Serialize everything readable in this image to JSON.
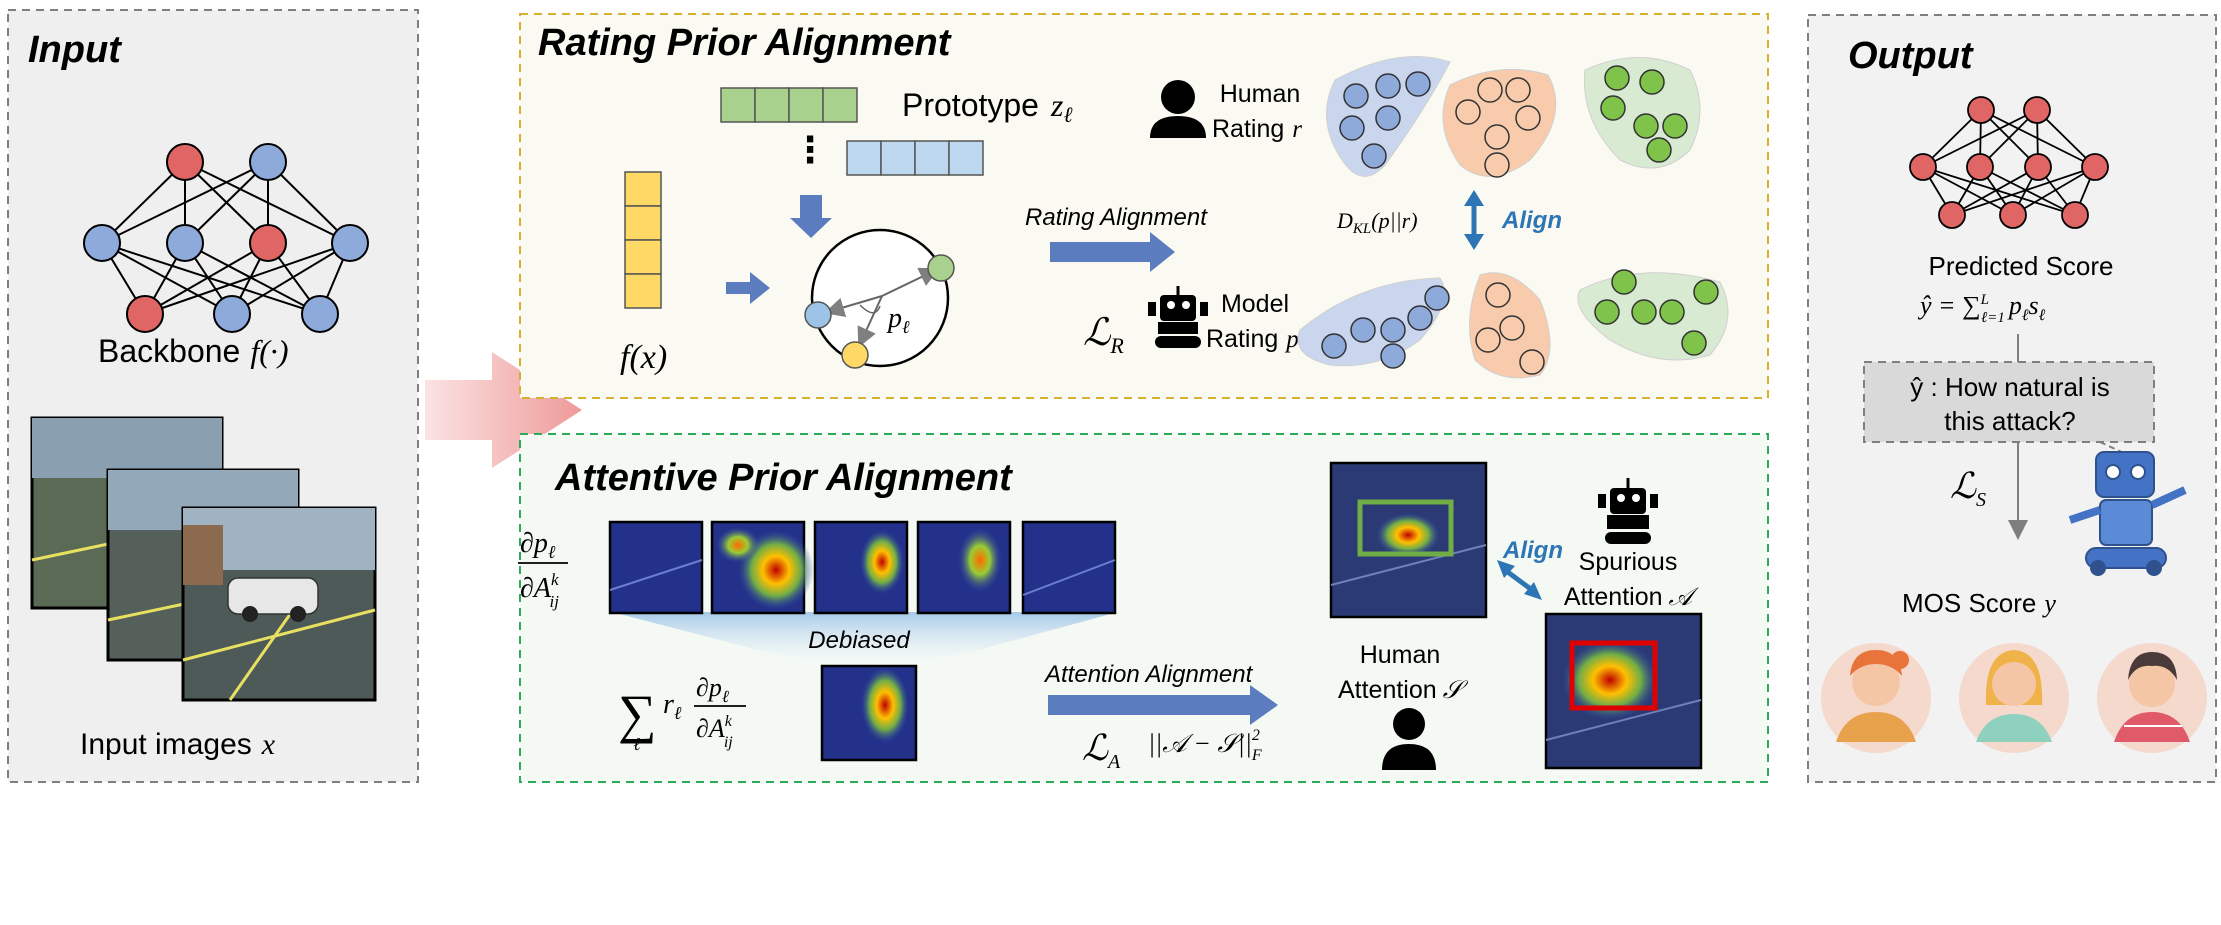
{
  "input": {
    "title": "Input",
    "backbone_label": "Backbone",
    "backbone_math": "f(·)",
    "images_label": "Input images",
    "images_math": "x"
  },
  "rating": {
    "title": "Rating Prior Alignment",
    "prototype_label": "Prototype",
    "prototype_math": "z",
    "prototype_sub": "ℓ",
    "feature_math": "f(x)",
    "p_math": "p",
    "p_sub": "ℓ",
    "alignment_label": "Rating Alignment",
    "loss_math": "ℒ",
    "loss_sub": "R",
    "human_rating_1": "Human",
    "human_rating_2": "Rating",
    "human_rating_math": "r",
    "model_rating_1": "Model",
    "model_rating_2": "Rating",
    "model_rating_math": "p",
    "dkl_math": "D",
    "dkl_sub": "KL",
    "dkl_rest": "(p||r)",
    "align_label": "Align"
  },
  "attentive": {
    "title": "Attentive Prior Alignment",
    "grad_num": "∂p",
    "grad_num_sub": "ℓ",
    "grad_den": "∂A",
    "grad_den_sup": "k",
    "grad_den_sub": "ij",
    "debiased_label": "Debiased",
    "sum_symbol": "∑",
    "sum_sub": "ℓ",
    "sum_r": "r",
    "sum_r_sub": "ℓ",
    "alignment_label": "Attention Alignment",
    "loss_math": "ℒ",
    "loss_sub": "A",
    "norm_math": "||𝒜 − 𝒮||",
    "norm_sup": "2",
    "norm_sub": "F",
    "human_attention_1": "Human",
    "human_attention_2": "Attention",
    "human_attention_math": "𝒮",
    "align_label": "Align",
    "spurious_1": "Spurious",
    "spurious_2": "Attention",
    "spurious_math": "𝒜"
  },
  "output": {
    "title": "Output",
    "predicted_label": "Predicted Score",
    "predicted_formula": "ŷ = ∑",
    "predicted_sup": "L",
    "predicted_sub": "ℓ=1",
    "predicted_rest": "p",
    "predicted_rest_sub": "ℓ",
    "predicted_s": "s",
    "predicted_s_sub": "ℓ",
    "question_line1": "ŷ : How natural is",
    "question_line2": "this attack?",
    "loss_math": "ℒ",
    "loss_sub": "S",
    "mos_label": "MOS Score",
    "mos_math": "y"
  },
  "colors": {
    "node_red": "#e06666",
    "node_blue": "#8eaadb",
    "yellow": "#ffd966",
    "green_proto": "#a9d18e",
    "blue_proto": "#bdd7ee",
    "arrow_blue": "#5b7dbf",
    "align_blue": "#2e75b6",
    "rating_border": "#d6b030",
    "attentive_border": "#2eaa5a"
  },
  "chart_data": []
}
